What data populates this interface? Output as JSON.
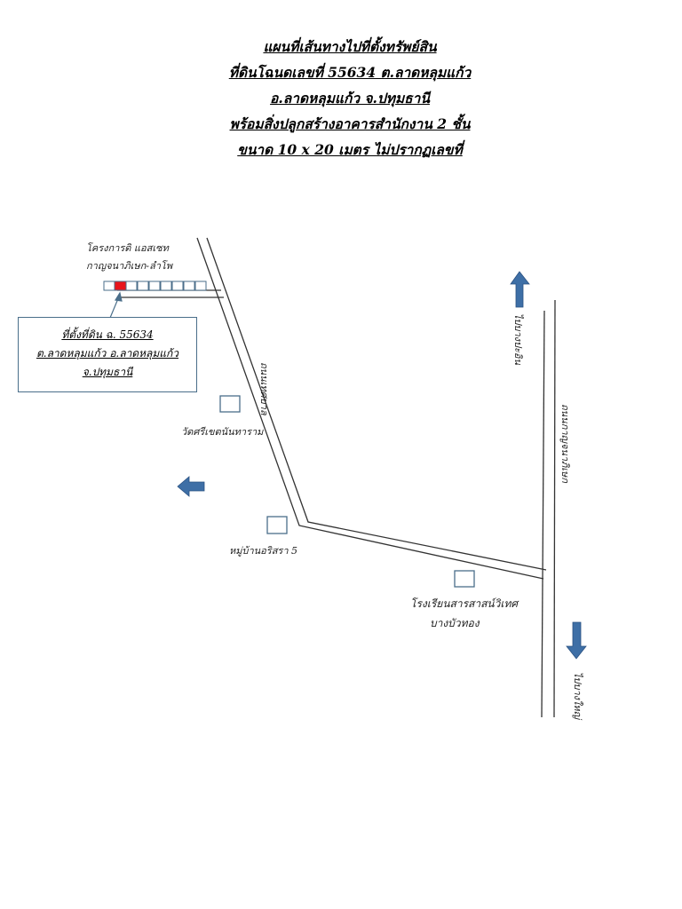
{
  "title": {
    "line1": "แผนที่เส้นทางไปที่ตั้งทรัพย์สิน",
    "line2": "ที่ดินโฉนดเลขที่ 55634 ต.ลาดหลุมแก้ว",
    "line3": "อ.ลาดหลุมแก้ว จ.ปทุมธานี",
    "line4": "พร้อมสิ่งปลูกสร้างอาคารสำนักงาน 2 ชั้น",
    "line5": "ขนาด 10 x 20 เมตร ไม่ปรากฏเลขที่"
  },
  "landmarks": {
    "project_line1": "โครงการดิ แอสเซท",
    "project_line2": "กาญจนาภิเษก-ลำโพ",
    "temple": "วัดศรีเขตนันทาราม",
    "village": "หมู่บ้านอริสรา 5",
    "school_line1": "โรงเรียนสารสาสน์วิเทศ",
    "school_line2": "บางบัวทอง"
  },
  "callout": {
    "line1": "ที่ตั้งที่ดิน ฉ. 55634",
    "line2": "ต.ลาดหลุมแก้ว อ.ลาดหลุมแก้ว",
    "line3": "จ.ปทุมธานี"
  },
  "roads": {
    "local_road": "ถนนเทศบาล",
    "main_road": "ถนนกาญจนาภิเษก"
  },
  "directions": {
    "north": "ไปบางปะอิน",
    "south": "ไปบางใหญ่"
  },
  "colors": {
    "arrow_fill": "#3e6fa6",
    "landmark_box": "#4a6e8a",
    "subject_plot": "#e8141b",
    "road": "#333333"
  }
}
